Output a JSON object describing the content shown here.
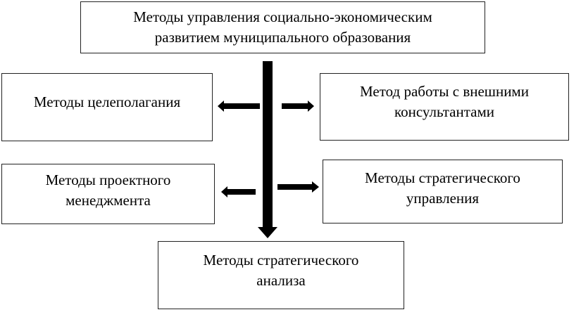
{
  "diagram": {
    "root": "Методы управления социально-экономическим\nразвитием муниципального образования",
    "left_top": "Методы целеполагания",
    "right_top": "Метод работы с внешними\nконсультантами",
    "left_bottom": "Методы проектного\nменеджмента",
    "right_bottom": "Методы стратегического\nуправления",
    "bottom": "Методы стратегического\nанализа"
  }
}
